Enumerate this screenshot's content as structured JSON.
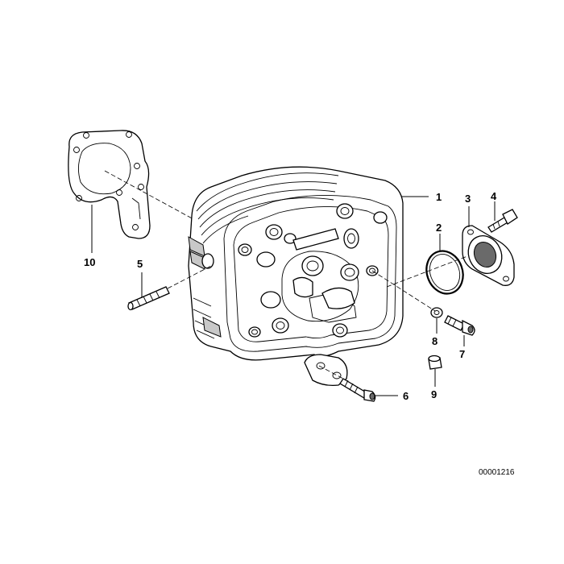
{
  "callouts": {
    "c1": "1",
    "c2": "2",
    "c3": "3",
    "c4": "4",
    "c5": "5",
    "c6": "6",
    "c7": "7",
    "c8": "8",
    "c9": "9",
    "c10": "10"
  },
  "reference_code": "00001216"
}
